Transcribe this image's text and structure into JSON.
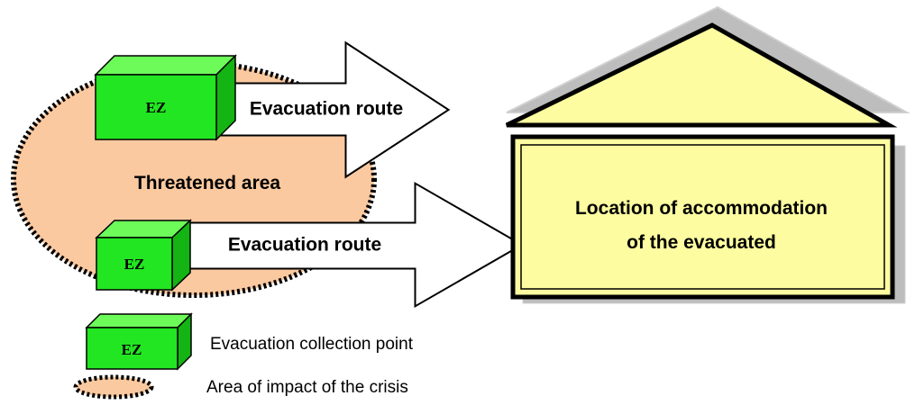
{
  "diagram": {
    "threatened_area_label": "Threatened area",
    "evacuation_zone_label": "EZ",
    "routes": [
      {
        "label": "Evacuation route"
      },
      {
        "label": "Evacuation route"
      }
    ],
    "destination": {
      "line1": "Location of accommodation",
      "line2": "of the evacuated"
    }
  },
  "legend": {
    "collection_point": {
      "icon_label": "EZ",
      "text": "Evacuation collection point"
    },
    "impact_area": {
      "text": "Area of impact of the crisis"
    }
  },
  "colors": {
    "area_fill": "#fbc9a0",
    "box_front": "#22e622",
    "box_top": "#6dfb5a",
    "box_side": "#13b413",
    "house_fill": "#fdfca0",
    "shadow": "#bdbdbd"
  }
}
